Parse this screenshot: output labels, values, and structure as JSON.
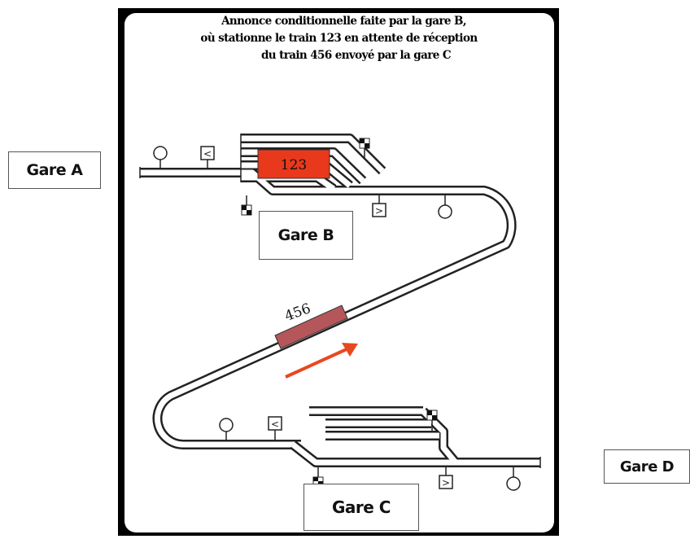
{
  "annonce": {
    "line1": "Annonce conditionnelle faite par la gare B,",
    "line2": "où stationne le train 123 en attente de réception",
    "line3": "du train 456 envoyé par la gare C"
  },
  "stations": {
    "a": "Gare A",
    "b": "Gare B",
    "c": "Gare C",
    "d": "Gare D"
  },
  "trains": {
    "stationed": "123",
    "incoming": "456"
  },
  "signal_symbols": {
    "left": "<",
    "right": ">"
  },
  "colors": {
    "train_stationed": "#e8391d",
    "train_incoming": "#b5565a",
    "arrow": "#e8481f"
  }
}
